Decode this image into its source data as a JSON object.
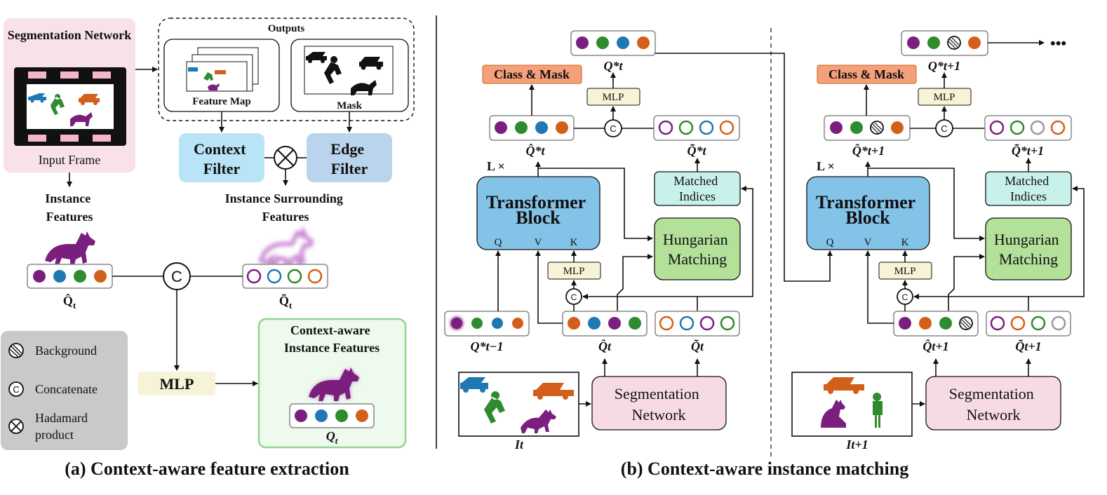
{
  "panel_a": {
    "seg_network_title": "Segmentation Network",
    "input_frame_label": "Input Frame",
    "outputs_title": "Outputs",
    "feature_map_label": "Feature Map",
    "mask_label": "Mask",
    "context_filter_label": "Context Filter",
    "edge_filter_label": "Edge Filter",
    "instance_features_label": "Instance Features",
    "instance_surrounding_label": "Instance Surrounding Features",
    "q_hat_label": "Q̂",
    "q_tilde_label": "Q̃",
    "q_sub": "t",
    "concat_symbol": "C",
    "mlp_label": "MLP",
    "context_aware_label": "Context-aware Instance Features",
    "q_out_label": "Q",
    "caption": "(a) Context-aware feature extraction"
  },
  "legend": {
    "background": "Background",
    "concatenate": "Concatenate",
    "hadamard": "Hadamard product",
    "concat_symbol": "C"
  },
  "panel_b": {
    "class_mask_label": "Class & Mask",
    "mlp_label": "MLP",
    "transformer_label": "Transformer Block",
    "lx_label": "L ×",
    "q_port": "Q",
    "v_port": "V",
    "k_port": "K",
    "matched_indices_label": "Matched Indices",
    "hungarian_label": "Hungarian Matching",
    "seg_network_label": "Segmentation Network",
    "concat_symbol": "C",
    "frame_t": {
      "q_star_top": "Q*t",
      "q_hat_star": "Q̂*t",
      "q_tilde_star": "Q̃*t",
      "q_prev": "Q*t−1",
      "q_hat": "Q̂t",
      "q_tilde": "Q̃t",
      "image_label": "It"
    },
    "frame_t1": {
      "q_star_top": "Q*t+1",
      "q_hat_star": "Q̂*t+1",
      "q_tilde_star": "Q̃*t+1",
      "q_hat": "Q̂t+1",
      "q_tilde": "Q̃t+1",
      "image_label": "It+1"
    },
    "ellipsis": "•••",
    "caption": "(b) Context-aware instance matching"
  },
  "colors": {
    "purple": "#7b1f7f",
    "green": "#2e8b2e",
    "blue": "#1f77b4",
    "orange": "#d2601a",
    "pink_bg": "#f8e1ea",
    "context_filter": "#b9e3f7",
    "edge_filter": "#b9d4ec",
    "mlp": "#f7f3d6",
    "transformer": "#84c3e8",
    "matched": "#c9f1ec",
    "hungarian": "#b4e19a",
    "seg_net": "#f6dbe7",
    "class_mask": "#f4a07a",
    "legend_bg": "#c9c9c9",
    "ca_box_border": "#8fd68f",
    "ca_box_bg": "#eefaee"
  }
}
